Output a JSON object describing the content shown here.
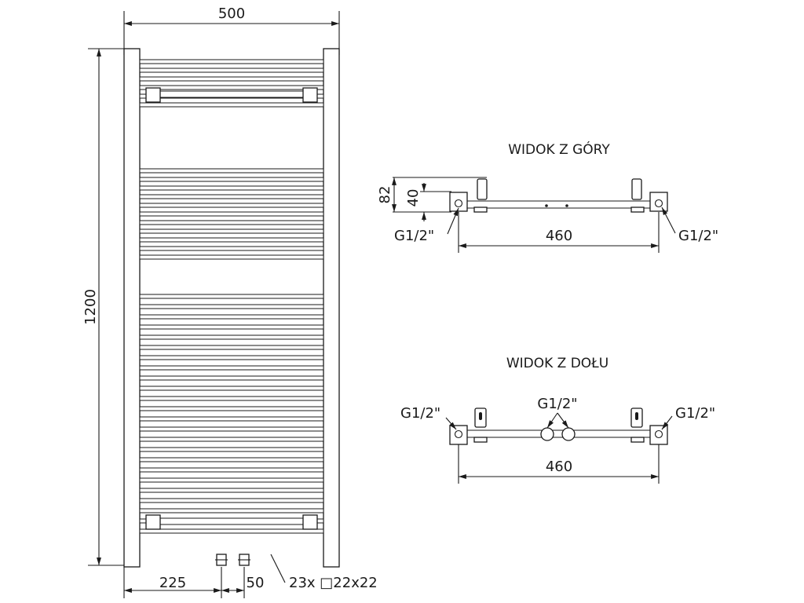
{
  "front_view": {
    "width_label": "500",
    "height_label": "1200",
    "left_offset_label": "225",
    "pipe_spacing_label": "50",
    "tube_spec_label": "23x □22x22"
  },
  "top_view": {
    "title": "WIDOK Z GÓRY",
    "depth_label": "82",
    "offset_label": "40",
    "left_connector_label": "G1/2\"",
    "right_connector_label": "G1/2\"",
    "width_label": "460"
  },
  "bottom_view": {
    "title": "WIDOK Z DOŁU",
    "left_connector_label": "G1/2\"",
    "center_connector_label": "G1/2\"",
    "right_connector_label": "G1/2\"",
    "width_label": "460"
  }
}
